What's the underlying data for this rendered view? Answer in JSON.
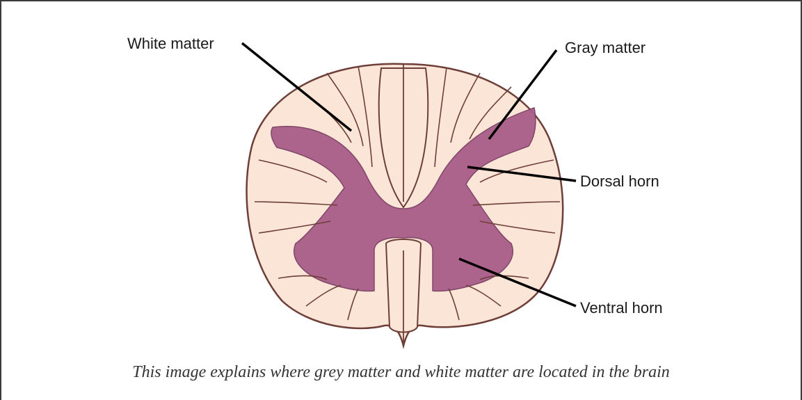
{
  "diagram": {
    "labels": {
      "white_matter": "White matter",
      "gray_matter": "Gray matter",
      "dorsal_horn": "Dorsal horn",
      "ventral_horn": "Ventral horn"
    },
    "colors": {
      "white_matter_fill": "#fbe5d6",
      "white_matter_outline": "#6e3e38",
      "gray_matter_fill": "#a85e8a",
      "leader_line": "#000000"
    }
  },
  "caption": "This image explains where grey matter and white matter are located in the brain"
}
